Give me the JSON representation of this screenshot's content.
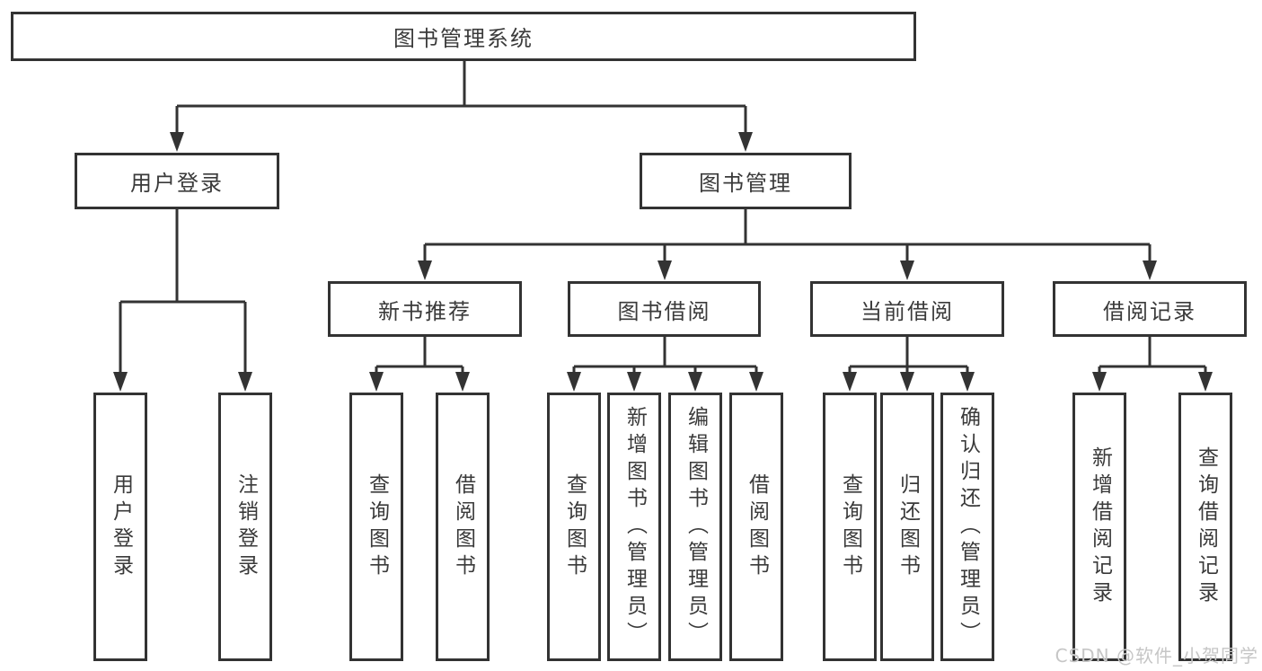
{
  "colors": {
    "line": "#333333",
    "text": "#3a3a3a",
    "watermark": "#c6c6c6",
    "bg": "#ffffff"
  },
  "diagram": {
    "type": "hierarchy-tree",
    "root": {
      "label": "图书管理系统"
    },
    "children": [
      {
        "label": "用户登录",
        "children": [
          {
            "label": "用户登录"
          },
          {
            "label": "注销登录"
          }
        ]
      },
      {
        "label": "图书管理",
        "children": [
          {
            "label": "新书推荐",
            "children": [
              {
                "label": "查询图书"
              },
              {
                "label": "借阅图书"
              }
            ]
          },
          {
            "label": "图书借阅",
            "children": [
              {
                "label": "查询图书"
              },
              {
                "label": "新增图书（管理员）"
              },
              {
                "label": "编辑图书（管理员）"
              },
              {
                "label": "借阅图书"
              }
            ]
          },
          {
            "label": "当前借阅",
            "children": [
              {
                "label": "查询图书"
              },
              {
                "label": "归还图书"
              },
              {
                "label": "确认归还（管理员）"
              }
            ]
          },
          {
            "label": "借阅记录",
            "children": [
              {
                "label": "新增借阅记录"
              },
              {
                "label": "查询借阅记录"
              }
            ]
          }
        ]
      }
    ]
  },
  "watermark": {
    "text": "CSDN @软件_小贺同学"
  }
}
